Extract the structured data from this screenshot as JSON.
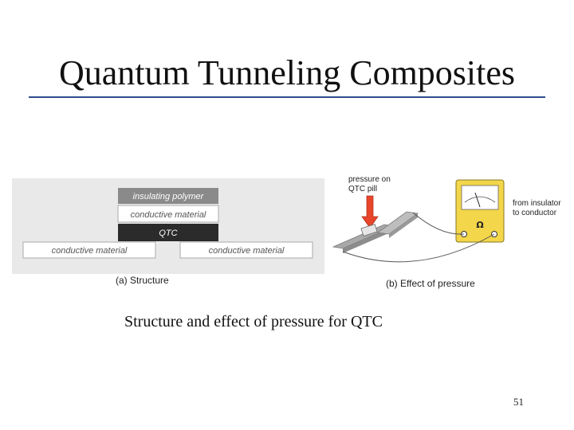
{
  "slide": {
    "title": "Quantum Tunneling Composites",
    "caption": "Structure and effect of pressure for QTC",
    "page_number": "51"
  },
  "figure_a": {
    "layers": {
      "insulating_polymer": "insulating polymer",
      "conductive_material_top": "conductive material",
      "qtc": "QTC",
      "conductive_material_left": "conductive material",
      "conductive_material_right": "conductive material"
    },
    "label": "(a) Structure"
  },
  "figure_b": {
    "pressure_label_1": "pressure on",
    "pressure_label_2": "QTC pill",
    "ohm_symbol": "Ω",
    "effect_label_1": "from insulator",
    "effect_label_2": "to conductor",
    "label": "(b) Effect of pressure"
  },
  "colors": {
    "title_rule": "#2e4d8f",
    "meter_body": "#f3d64a",
    "pressure_arrow": "#e8452b",
    "qtc_layer": "#2b2b2b",
    "polymer_layer": "#8a8a8a"
  }
}
